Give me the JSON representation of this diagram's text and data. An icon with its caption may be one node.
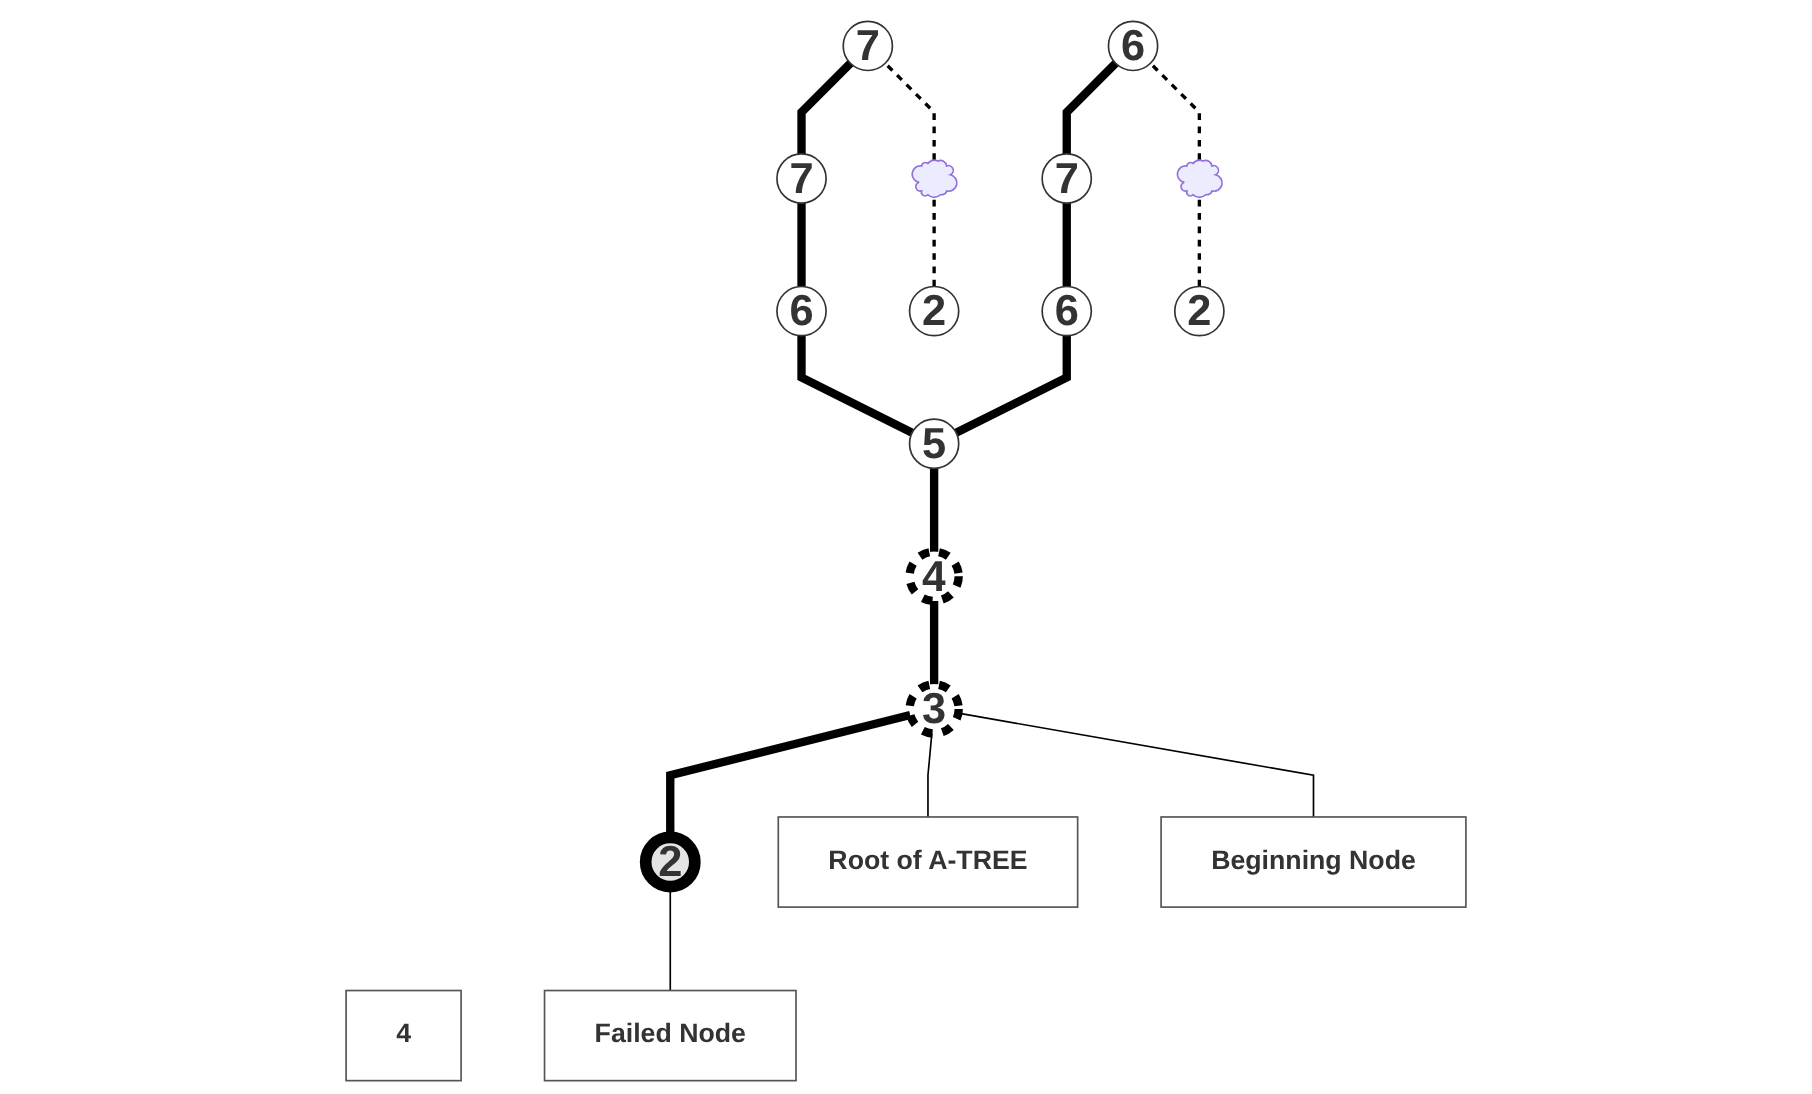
{
  "diagram": {
    "nodes": [
      {
        "text": [
          "7"
        ]
      },
      {
        "text": [
          "7"
        ]
      },
      {
        "text": [
          "7"
        ]
      },
      {
        "text": [
          "6"
        ]
      },
      {
        "text": [
          "6"
        ]
      },
      {
        "text": [
          "6"
        ]
      },
      {
        "text": [],
        "shape": "cloud"
      },
      {
        "text": [
          "5"
        ]
      },
      {
        "text": [],
        "shape": "cloud"
      },
      {
        "text": [
          "2"
        ]
      },
      {
        "text": [
          "4"
        ]
      },
      {
        "text": [
          "4"
        ]
      },
      {
        "text": [
          "2"
        ]
      },
      {
        "text": [
          "3"
        ]
      },
      {
        "text": [
          "Root of A-TREE"
        ]
      },
      {
        "text": [
          "Beginning Node"
        ]
      },
      {
        "text": [
          "2"
        ]
      },
      {
        "text": [
          "Failed Node"
        ]
      }
    ],
    "edges": [
      {
        "from": 16,
        "to": 13,
        "arrow": "none"
      },
      {
        "from": 13,
        "to": 10,
        "arrow": "none"
      },
      {
        "from": 10,
        "to": 7,
        "arrow": "none"
      },
      {
        "from": 7,
        "to": 3,
        "arrow": "none"
      },
      {
        "from": 7,
        "to": 4,
        "arrow": "none"
      },
      {
        "from": 3,
        "to": 1,
        "arrow": "none"
      },
      {
        "from": 1,
        "to": 0,
        "arrow": "none"
      },
      {
        "from": 4,
        "to": 2,
        "arrow": "none"
      },
      {
        "from": 2,
        "to": 5,
        "arrow": "none"
      },
      {
        "from": 6,
        "to": 0,
        "arrow": "none",
        "style": "dashed"
      },
      {
        "from": 9,
        "to": 6,
        "arrow": "none",
        "style": "dashed"
      },
      {
        "from": 8,
        "to": 5,
        "arrow": "none",
        "style": "dashed"
      },
      {
        "from": 12,
        "to": 8,
        "arrow": "none",
        "style": "dashed"
      },
      {
        "from": 14,
        "to": 13,
        "arrow": "none"
      },
      {
        "from": 15,
        "to": 13,
        "arrow": "none"
      },
      {
        "from": 17,
        "to": 16,
        "arrow": "none"
      }
    ]
  }
}
